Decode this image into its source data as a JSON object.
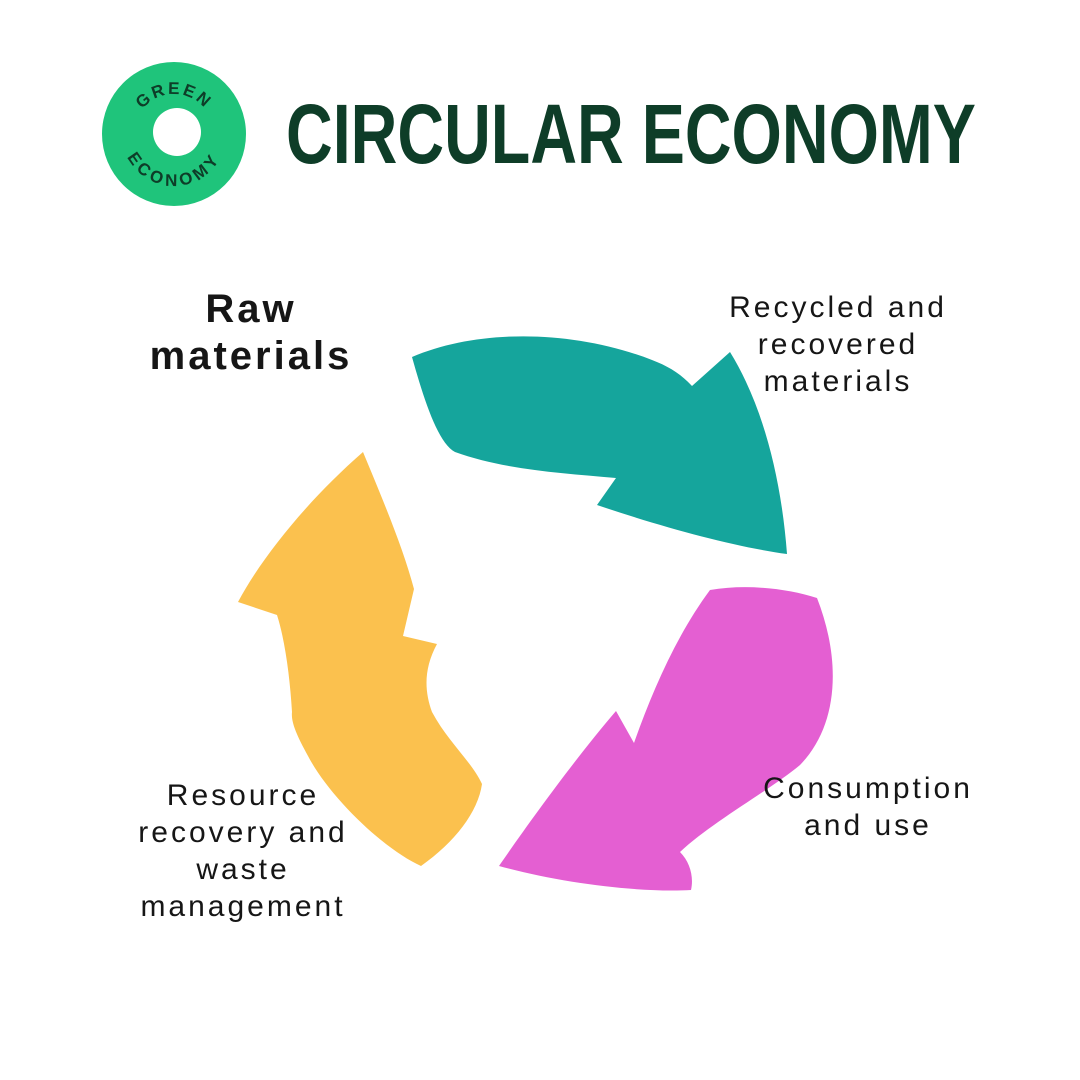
{
  "title": "CIRCULAR ECONOMY",
  "logo": {
    "top_text": "GREEN",
    "bottom_text": "ECONOMY"
  },
  "diagram": {
    "type": "cycle",
    "steps": [
      {
        "name": "raw-materials",
        "label": "Raw\nmaterials",
        "emphasis": "bold"
      },
      {
        "name": "recycled-recovered-materials",
        "label": "Recycled and\nrecovered\nmaterials",
        "emphasis": "regular"
      },
      {
        "name": "consumption-and-use",
        "label": "Consumption\nand use",
        "emphasis": "regular"
      },
      {
        "name": "resource-recovery-waste-management",
        "label": "Resource\nrecovery and\nwaste\nmanagement",
        "emphasis": "regular"
      }
    ],
    "arrows": [
      {
        "name": "top-arrow",
        "color_key": "teal",
        "points_toward": "recycled-recovered-materials"
      },
      {
        "name": "right-arrow",
        "color_key": "magenta",
        "points_toward": "resource-recovery-waste-management"
      },
      {
        "name": "left-arrow",
        "color_key": "yellow",
        "points_toward": "raw-materials"
      }
    ]
  },
  "colors": {
    "background": "#ffffff",
    "logo_green": "#1fc47b",
    "dark_green": "#0e3d28",
    "teal": "#15a59c",
    "magenta": "#e45fd2",
    "yellow": "#fbc14e",
    "text_black": "#161616"
  }
}
